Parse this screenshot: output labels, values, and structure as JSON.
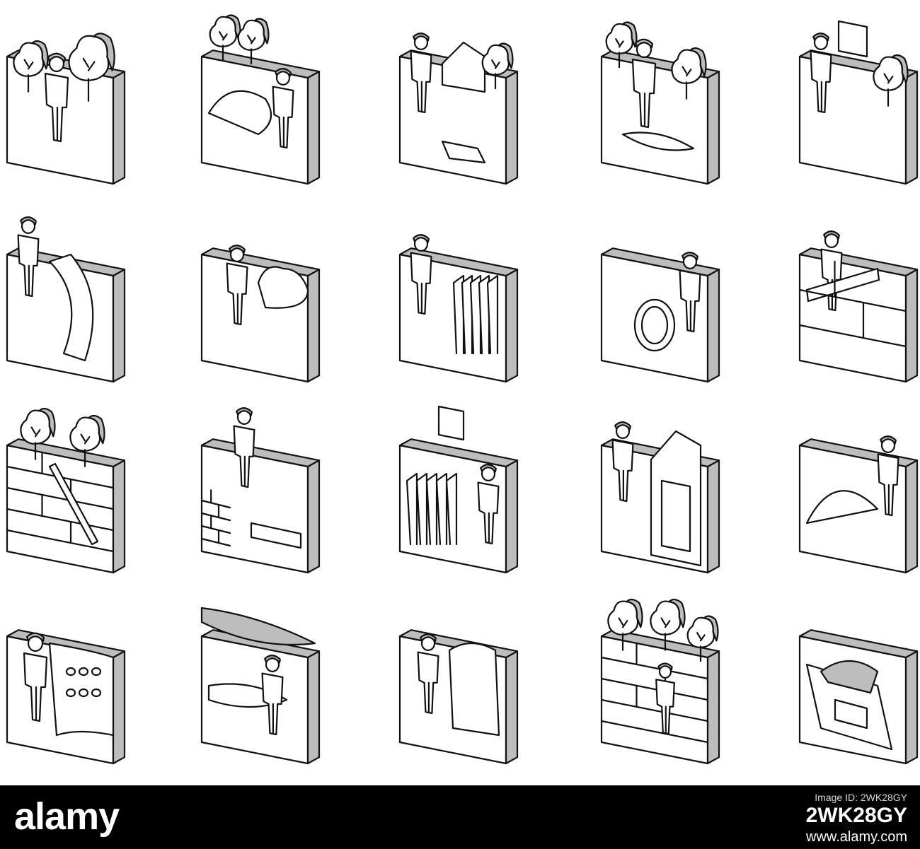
{
  "colors": {
    "line": "#111111",
    "shade": "#bdbdbd",
    "paper": "#ffffff",
    "footer": "#000000"
  },
  "icons": [
    "gardener-trees-fence-icon",
    "gardener-flower-bed-icon",
    "lawn-mower-house-icon",
    "gardener-pond-icon",
    "gardener-laptop-tree-icon",
    "tree-climber-icon",
    "hedge-trimming-icon",
    "planting-plants-icon",
    "round-mirror-wall-icon",
    "wooden-fence-repair-icon",
    "hedge-clipping-brick-wall-icon",
    "paving-stairs-icon",
    "flower-garden-care-icon",
    "garden-shed-icon",
    "sand-pile-shovel-icon",
    "pebble-wall-icon",
    "boat-painting-icon",
    "rock-garden-icon",
    "brick-wall-bushes-icon",
    "trash-container-icon"
  ],
  "footer": {
    "logo": "alamy",
    "image_id_label": "Image ID: 2WK28GY",
    "image_id": "2WK28GY",
    "site": "www.alamy.com"
  }
}
